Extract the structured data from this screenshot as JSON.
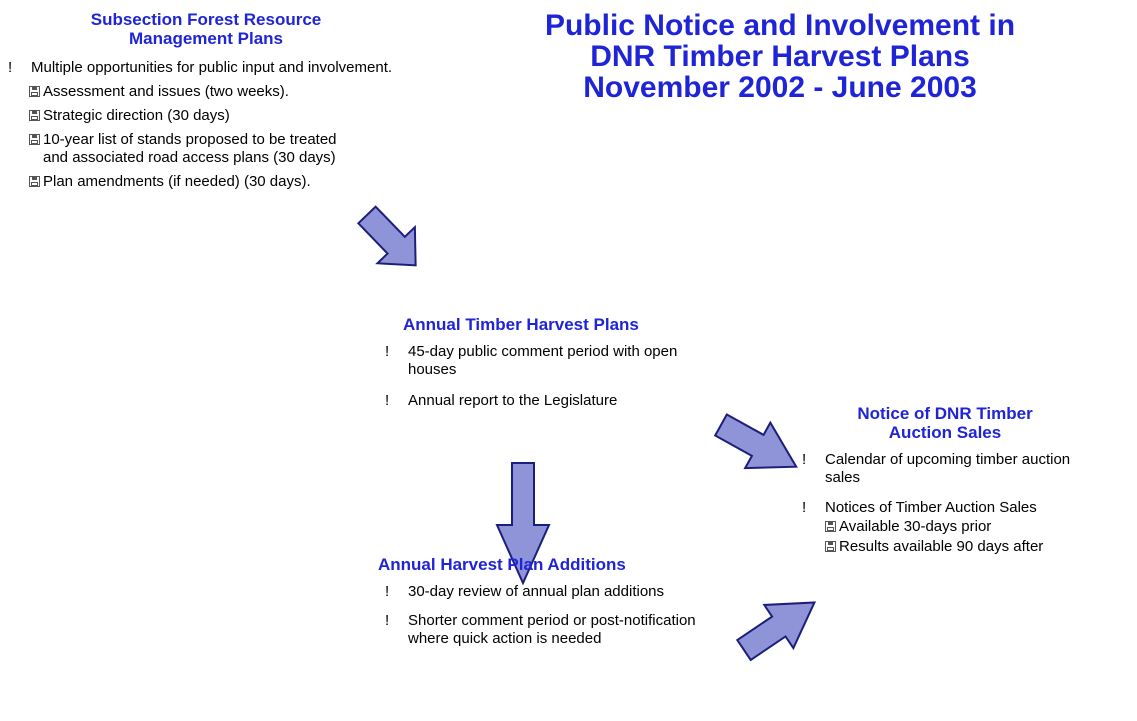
{
  "title": {
    "lines": [
      "Public Notice and Involvement in",
      "DNR Timber Harvest Plans",
      "November 2002 - June 2003"
    ]
  },
  "sections": {
    "subsection": {
      "title_lines": [
        "Subsection Forest Resource",
        "Management Plans"
      ],
      "bullets": [
        {
          "text": "Multiple opportunities for public input and involvement.",
          "subitems": [
            "Assessment and issues (two weeks).",
            "Strategic direction (30 days)",
            "10-year list of stands proposed to be treated and associated road access plans (30 days)",
            "Plan amendments (if needed) (30 days)."
          ]
        }
      ]
    },
    "annual": {
      "title": "Annual Timber Harvest Plans",
      "bullets": [
        "45-day public comment period with open houses",
        "Annual report to the Legislature"
      ]
    },
    "additions": {
      "title": "Annual Harvest Plan Additions",
      "bullets": [
        "30-day review of annual plan additions",
        "Shorter comment period or post-notification where quick action is needed"
      ]
    },
    "auction": {
      "title_lines": [
        "Notice of DNR Timber",
        "Auction Sales"
      ],
      "bullets": [
        {
          "text": "Calendar of upcoming timber auction sales",
          "subitems": []
        },
        {
          "text": "Notices of Timber Auction Sales",
          "subitems": [
            "Available 30-days prior",
            "Results available 90 days after"
          ]
        }
      ]
    }
  },
  "bullet_glyph": "!",
  "colors": {
    "heading": "#1f24d6",
    "arrow_fill": "#8f93d8",
    "arrow_stroke": "#1b1f7a"
  }
}
